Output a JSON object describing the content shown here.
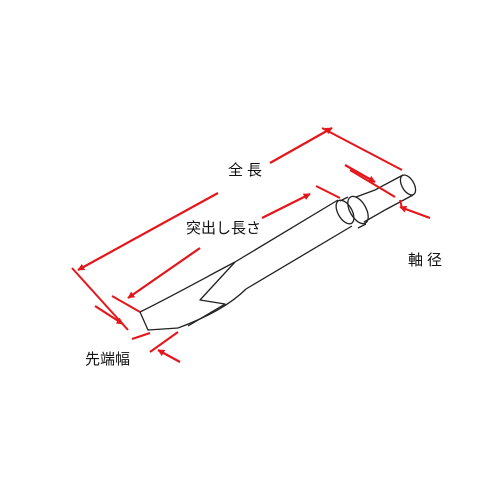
{
  "labels": {
    "total_length": "全長",
    "protrusion_length": "突出し長さ",
    "shaft_diameter": "軸径",
    "tip_width": "先端幅"
  },
  "colors": {
    "dimension": "#e4161b",
    "outline": "#222222"
  }
}
